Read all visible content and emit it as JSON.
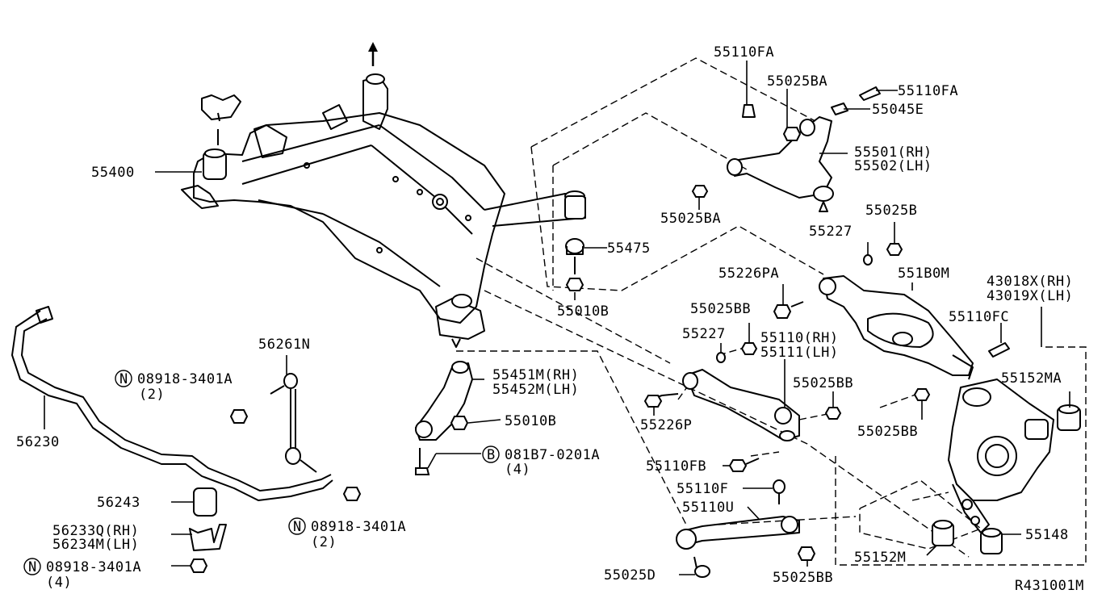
{
  "labels": {
    "p55110FA_top": "55110FA",
    "p55025BA_top": "55025BA",
    "p55110FA_right": "55110FA",
    "p55045E": "55045E",
    "p55501": "55501(RH)",
    "p55502": "55502(LH)",
    "p55025BA_bottom": "55025BA",
    "p55400": "55400",
    "p55475": "55475",
    "p55010B_top": "55010B",
    "p55025B": "55025B",
    "p55227_top": "55227",
    "p55226PA": "55226PA",
    "p551B0M": "551B0M",
    "p43018X": "43018X(RH)",
    "p43019X": "43019X(LH)",
    "p55025BB_a": "55025BB",
    "p55110FC": "55110FC",
    "p55227_mid": "55227",
    "p55110RH": "55110(RH)",
    "p55111LH": "55111(LH)",
    "p55025BB_b": "55025BB",
    "p55152MA": "55152MA",
    "p56261N": "56261N",
    "p08918_top": "08918-3401A",
    "p08918_top_qty": "(2)",
    "p55451M": "55451M(RH)",
    "p55452M": "55452M(LH)",
    "p55226P": "55226P",
    "p55025BB_c": "55025BB",
    "p56230": "56230",
    "p55010B_bottom": "55010B",
    "p081B7": "081B7-0201A",
    "p081B7_qty": "(4)",
    "p55110FB": "55110FB",
    "p55110F": "55110F",
    "p56243": "56243",
    "p55110U": "55110U",
    "p56233Q": "56233Q(RH)",
    "p56234M": "56234M(LH)",
    "p08918_mid": "08918-3401A",
    "p08918_mid_qty": "(2)",
    "p55148": "55148",
    "p08918_bot": "08918-3401A",
    "p08918_bot_qty": "(4)",
    "p55152M": "55152M",
    "p55025D": "55025D",
    "p55025BB_d": "55025BB",
    "ref": "R431001M"
  },
  "symbols": {
    "n1": "N",
    "n2": "N",
    "n3": "N",
    "b1": "B"
  }
}
